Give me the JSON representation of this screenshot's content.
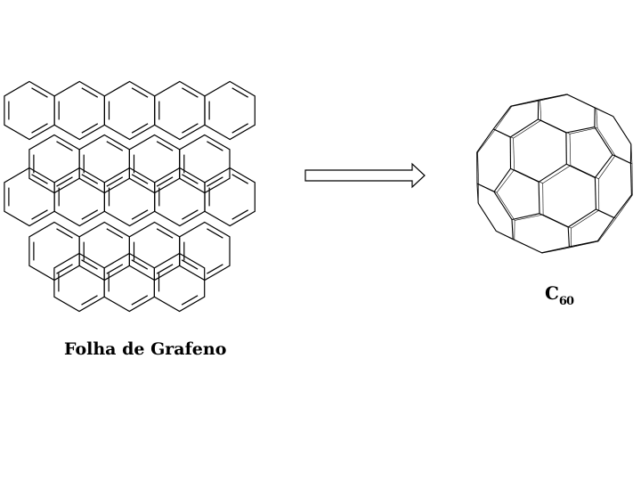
{
  "graphene": {
    "label": "Folha de Grafeno"
  },
  "fullerene": {
    "label_main": "C",
    "label_sub": "60"
  },
  "colors": {
    "line": "#000000",
    "background": "#ffffff"
  }
}
